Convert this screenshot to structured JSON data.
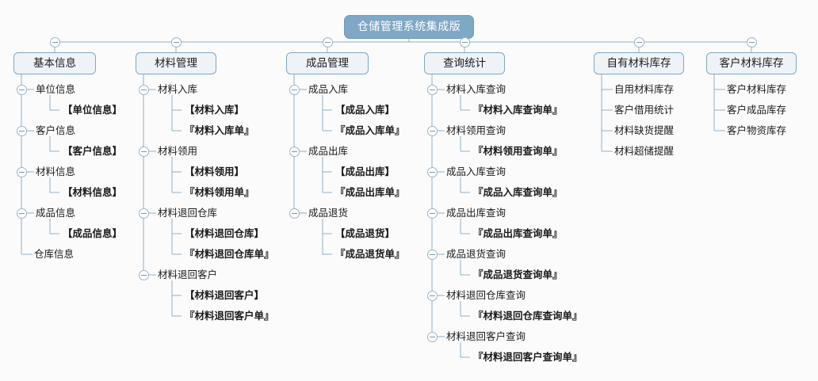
{
  "diagram": {
    "title": "仓储管理系统集成版",
    "type": "org-tree",
    "icons": {
      "collapse": "minus-circle-icon"
    },
    "colors": {
      "root_fill": "#7fa7c6",
      "root_text": "#ffffff",
      "box_fill": "#eef3f8",
      "box_border": "#7fa7c6",
      "line": "#8fb0c8",
      "text": "#1a1a1a",
      "background": "#fbfbfb"
    },
    "columns": [
      {
        "label": "基本信息",
        "children": [
          {
            "label": "单位信息",
            "collapsible": true,
            "children": [
              "【单位信息】"
            ]
          },
          {
            "label": "客户信息",
            "collapsible": true,
            "children": [
              "【客户信息】"
            ]
          },
          {
            "label": "材料信息",
            "collapsible": true,
            "children": [
              "【材料信息】"
            ]
          },
          {
            "label": "成品信息",
            "collapsible": true,
            "children": [
              "【成品信息】"
            ]
          },
          {
            "label": "仓库信息",
            "collapsible": false,
            "children": []
          }
        ]
      },
      {
        "label": "材料管理",
        "children": [
          {
            "label": "材料入库",
            "collapsible": true,
            "children": [
              "【材料入库】",
              "『材料入库单』"
            ]
          },
          {
            "label": "材料领用",
            "collapsible": true,
            "children": [
              "【材料领用】",
              "『材料领用单』"
            ]
          },
          {
            "label": "材料退回仓库",
            "collapsible": true,
            "children": [
              "【材料退回仓库】",
              "『材料退回仓库单』"
            ]
          },
          {
            "label": "材料退回客户",
            "collapsible": true,
            "children": [
              "【材料退回客户】",
              "『材料退回客户单』"
            ]
          }
        ]
      },
      {
        "label": "成品管理",
        "children": [
          {
            "label": "成品入库",
            "collapsible": true,
            "children": [
              "【成品入库】",
              "『成品入库单』"
            ]
          },
          {
            "label": "成品出库",
            "collapsible": true,
            "children": [
              "【成品出库】",
              "『成品出库单』"
            ]
          },
          {
            "label": "成品退货",
            "collapsible": true,
            "children": [
              "【成品退货】",
              "『成品退货单』"
            ]
          }
        ]
      },
      {
        "label": "查询统计",
        "children": [
          {
            "label": "材料入库查询",
            "collapsible": true,
            "children": [
              "『材料入库查询单』"
            ]
          },
          {
            "label": "材料领用查询",
            "collapsible": true,
            "children": [
              "『材料领用查询单』"
            ]
          },
          {
            "label": "成品入库查询",
            "collapsible": true,
            "children": [
              "『成品入库查询单』"
            ]
          },
          {
            "label": "成品出库查询",
            "collapsible": true,
            "children": [
              "『成品出库查询单』"
            ]
          },
          {
            "label": "成品退货查询",
            "collapsible": true,
            "children": [
              "『成品退货查询单』"
            ]
          },
          {
            "label": "材料退回仓库查询",
            "collapsible": true,
            "children": [
              "『材料退回仓库查询单』"
            ]
          },
          {
            "label": "材料退回客户查询",
            "collapsible": true,
            "children": [
              "『材料退回客户查询单』"
            ]
          }
        ]
      },
      {
        "label": "自有材料库存",
        "children": [
          {
            "label": "自用材料库存",
            "collapsible": false,
            "children": []
          },
          {
            "label": "客户借用统计",
            "collapsible": false,
            "children": []
          },
          {
            "label": "材料缺货提醒",
            "collapsible": false,
            "children": []
          },
          {
            "label": "材料超储提醒",
            "collapsible": false,
            "children": []
          }
        ]
      },
      {
        "label": "客户材料库存",
        "children": [
          {
            "label": "客户材料库存",
            "collapsible": false,
            "children": []
          },
          {
            "label": "客户成品库存",
            "collapsible": false,
            "children": []
          },
          {
            "label": "客户物资库存",
            "collapsible": false,
            "children": []
          }
        ]
      }
    ]
  }
}
